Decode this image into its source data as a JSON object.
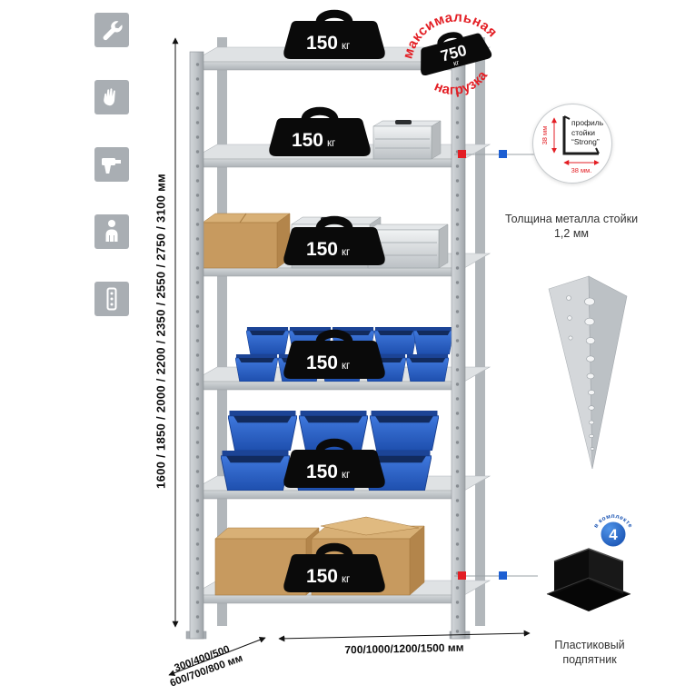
{
  "colors": {
    "accent_red": "#e31e24",
    "accent_blue": "#1b55b4",
    "metal_light": "#d4d7da",
    "metal_dark": "#aeb3b7",
    "badge_black": "#0a0a0a"
  },
  "icons_sidebar": [
    {
      "name": "wrench-icon"
    },
    {
      "name": "gloves-icon"
    },
    {
      "name": "drill-icon"
    },
    {
      "name": "person-icon"
    },
    {
      "name": "profile-strip-icon"
    }
  ],
  "dimensions": {
    "height": "1600 / 1850 / 2000 / 2200 / 2350 / 2550 / 2750 / 3100 мм",
    "depth_line1": "300/400/500",
    "depth_line2": "600/700/800 мм",
    "width": "700/1000/1200/1500 мм"
  },
  "shelf_loads": [
    {
      "value": "150",
      "unit": "кг"
    },
    {
      "value": "150",
      "unit": "кг"
    },
    {
      "value": "150",
      "unit": "кг"
    },
    {
      "value": "150",
      "unit": "кг"
    },
    {
      "value": "150",
      "unit": "кг"
    },
    {
      "value": "150",
      "unit": "кг"
    }
  ],
  "stamp": {
    "arc_top": "максимальная",
    "arc_bottom": "нагрузка",
    "value": "750",
    "unit": "кг"
  },
  "profile_detail": {
    "dim_vertical": "38 мм",
    "dim_horizontal": "38 мм.",
    "label": "профиль стойки “Strong”",
    "caption": "Толщина металла стойки 1,2 мм"
  },
  "foot_detail": {
    "badge_value": "4",
    "badge_text": "в комплекте",
    "caption": "Пластиковый подпятник"
  }
}
